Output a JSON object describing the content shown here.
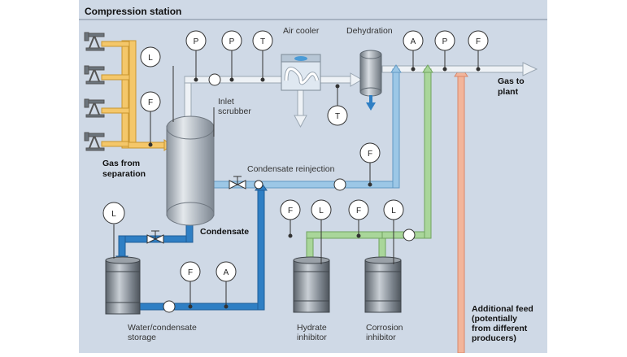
{
  "title": "Compression station",
  "labels": {
    "gas_from_separation": [
      "Gas from",
      "separation"
    ],
    "inlet_scrubber": [
      "Inlet",
      "scrubber"
    ],
    "air_cooler": "Air cooler",
    "dehydration": "Dehydration",
    "gas_to_plant": [
      "Gas to",
      "plant"
    ],
    "condensate_reinjection": "Condensate reinjection",
    "condensate": "Condensate",
    "water_condensate_storage": [
      "Water/condensate",
      "storage"
    ],
    "hydrate_inhibitor": [
      "Hydrate",
      "inhibitor"
    ],
    "corrosion_inhibitor": [
      "Corrosion",
      "inhibitor"
    ],
    "additional_feed": [
      "Additional feed",
      "(potentially",
      "from different",
      "producers)"
    ]
  },
  "instruments": {
    "scrubber_level": "L",
    "gas_flow": "F",
    "inlet_pressure_1": "P",
    "inlet_pressure_2": "P",
    "inlet_temperature": "T",
    "cooler_temperature": "T",
    "outlet_analysis": "A",
    "outlet_pressure": "P",
    "outlet_flow": "F",
    "reinjection_flow": "F",
    "storage_level": "L",
    "storage_flow": "F",
    "storage_analysis": "A",
    "hydrate_flow": "F",
    "hydrate_level": "L",
    "corrosion_flow": "F",
    "corrosion_level": "L"
  },
  "colors": {
    "background": "#cfd9e6",
    "gas_pipe": "#eef2f6",
    "gas_pipe_edge": "#9aa6b2",
    "condensate_pipe": "#9cc7e6",
    "water_pipe": "#2f7fc4",
    "inhibitor_pipe": "#a9d69a",
    "feed_pipe": "#f2b59b",
    "well_pipe": "#f4c76a",
    "vessel": "#aeb6bf"
  }
}
